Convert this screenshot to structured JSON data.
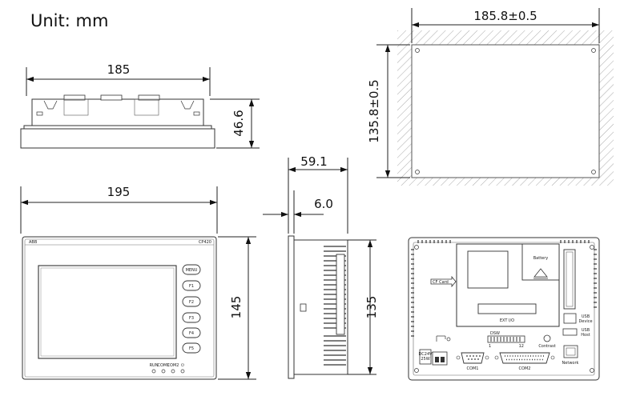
{
  "unit_label": "Unit: mm",
  "dimensions": {
    "cutout_width": "185.8±0.5",
    "cutout_height": "135.8±0.5",
    "top_width": "185",
    "top_depth": "46.6",
    "side_depth": "59.1",
    "side_bezel": "6.0",
    "front_width": "195",
    "front_height": "145",
    "rear_height": "135"
  },
  "front_panel": {
    "brand": "ABB",
    "model": "CP420",
    "keys": [
      "MENU",
      "F1",
      "F2",
      "F3",
      "F4",
      "F5"
    ],
    "leds": [
      "RUN",
      "COM1",
      "COM2",
      "⏻"
    ]
  },
  "rear_panel": {
    "cf_card": "CF Card",
    "battery": "Battery",
    "ext_io": "EXT I/O",
    "dsw": "DSW",
    "dsw_left": "1",
    "dsw_right": "12",
    "contrast": "Contrast",
    "usb_device": [
      "USB",
      "Device"
    ],
    "usb_host": [
      "USB",
      "Host"
    ],
    "network": "Network",
    "power": [
      "DC24V",
      "25W"
    ],
    "com1": "COM1",
    "com2": "COM2"
  }
}
